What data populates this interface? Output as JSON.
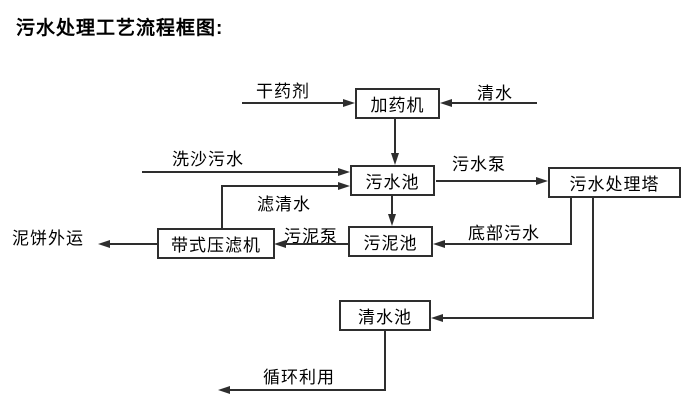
{
  "title": "污水处理工艺流程框图:",
  "nodes": {
    "dosing_machine": "加药机",
    "sewage_pool": "污水池",
    "treatment_tower": "污水处理塔",
    "sludge_pool": "污泥池",
    "belt_filter_press": "带式压滤机",
    "clear_water_pool": "清水池"
  },
  "edge_labels": {
    "dry_agent": "干药剂",
    "clear_water": "清水",
    "sand_washing_sewage": "洗沙污水",
    "sewage_pump": "污水泵",
    "filtered_water": "滤清水",
    "sludge_cake_out": "泥饼外运",
    "sludge_pump": "污泥泵",
    "bottom_sewage": "底部污水",
    "recycle": "循环利用"
  },
  "colors": {
    "line": "#2e2e2e",
    "text": "#000000",
    "background": "#ffffff"
  }
}
